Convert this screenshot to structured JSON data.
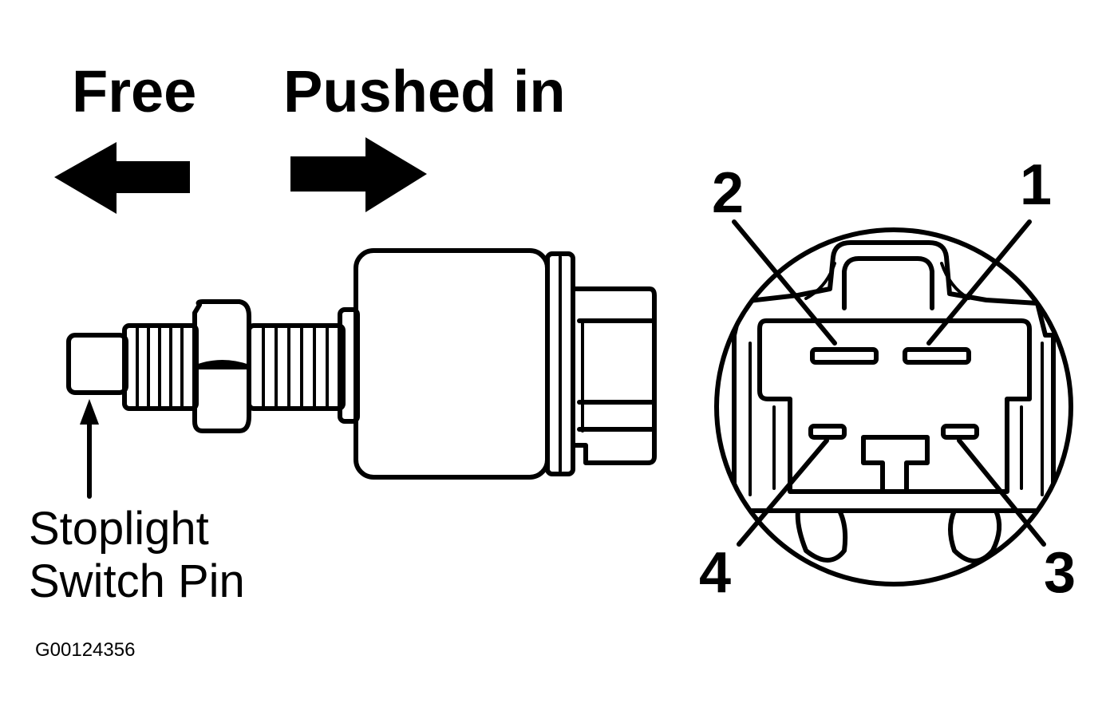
{
  "labels": {
    "free": "Free",
    "pushed_in": "Pushed in",
    "pin_line1": "Stoplight",
    "pin_line2": "Switch Pin",
    "figure_id": "G00124356"
  },
  "terminals": {
    "t1": "1",
    "t2": "2",
    "t3": "3",
    "t4": "4"
  },
  "colors": {
    "ink": "#000000",
    "paper": "#ffffff"
  }
}
